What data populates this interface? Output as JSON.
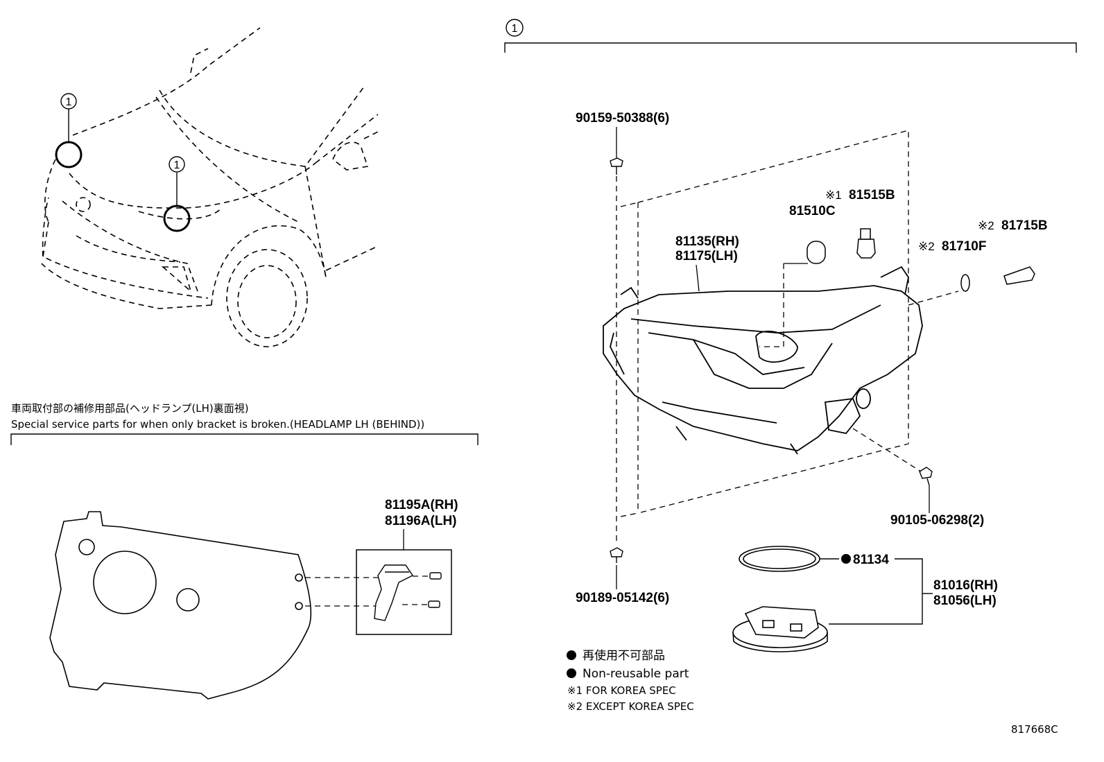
{
  "callouts": {
    "assembly": "1"
  },
  "parts": {
    "screw_top": "90159-50388(6)",
    "bulb_81515b_note": "※1",
    "bulb_81515b": "81515B",
    "bulb_81510c": "81510C",
    "headlamp_rh": "81135(RH)",
    "headlamp_lh": "81175(LH)",
    "socket_81715b_note": "※2",
    "socket_81715b": "81715B",
    "bulb_81710f_note": "※2",
    "bulb_81710f": "81710F",
    "screw_side": "90105-06298(2)",
    "screw_bottom": "90189-05142(6)",
    "gasket_81134": "81134",
    "cover_rh": "81016(RH)",
    "cover_lh": "81056(LH)",
    "bracket_rh": "81195A(RH)",
    "bracket_lh": "81196A(LH)"
  },
  "bracket_section": {
    "title_jp": "車両取付部の補修用部品(ヘッドランプ(LH)裏面視)",
    "title_en": "Special service parts for when only bracket is broken.(HEADLAMP LH (BEHIND))"
  },
  "legend": {
    "nonreusable_jp": "再使用不可部品",
    "nonreusable_en": "Non-reusable part",
    "note1": "※1 FOR KOREA SPEC",
    "note2": "※2 EXCEPT KOREA SPEC"
  },
  "diagram_id": "817668C"
}
